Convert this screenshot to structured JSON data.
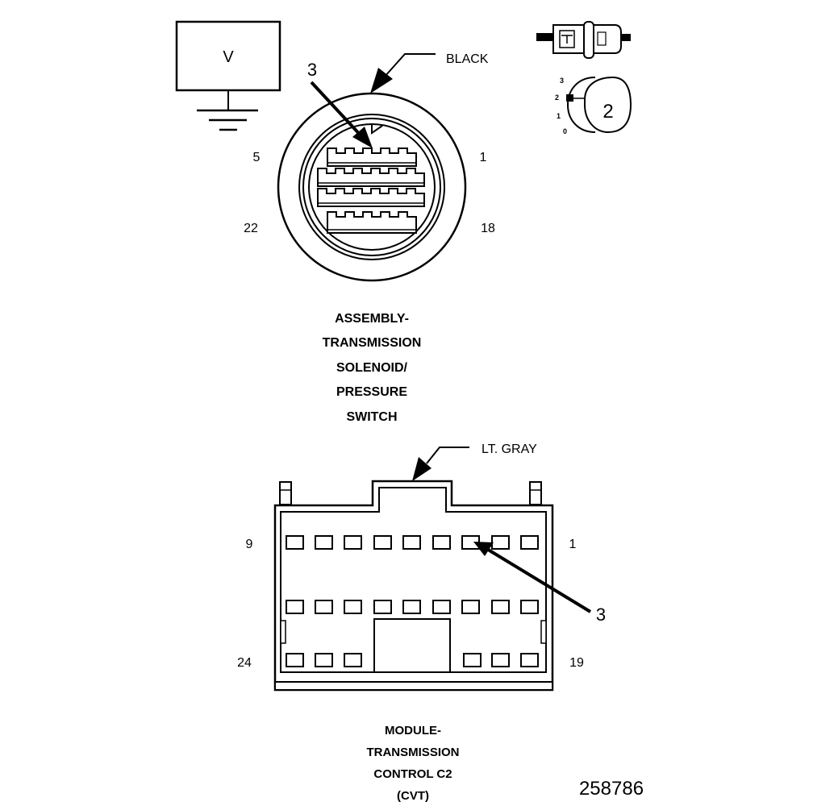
{
  "meter": {
    "symbol": "V"
  },
  "switch_icon": {
    "positions": [
      "3",
      "2",
      "1",
      "0"
    ],
    "selected": "2"
  },
  "connector_top": {
    "color_label": "BLACK",
    "callout": "3",
    "pins": {
      "top_left": "5",
      "top_right": "1",
      "bottom_left": "22",
      "bottom_right": "18"
    },
    "title_lines": [
      "ASSEMBLY-",
      "TRANSMISSION",
      "SOLENOID/",
      "PRESSURE",
      "SWITCH"
    ]
  },
  "connector_bottom": {
    "color_label": "LT. GRAY",
    "callout": "3",
    "pins": {
      "row1_left": "9",
      "row1_right": "1",
      "row3_left": "24",
      "row3_right": "19"
    },
    "title_lines": [
      "MODULE-",
      "TRANSMISSION",
      "CONTROL C2",
      "(CVT)"
    ]
  },
  "figure_number": "258786"
}
